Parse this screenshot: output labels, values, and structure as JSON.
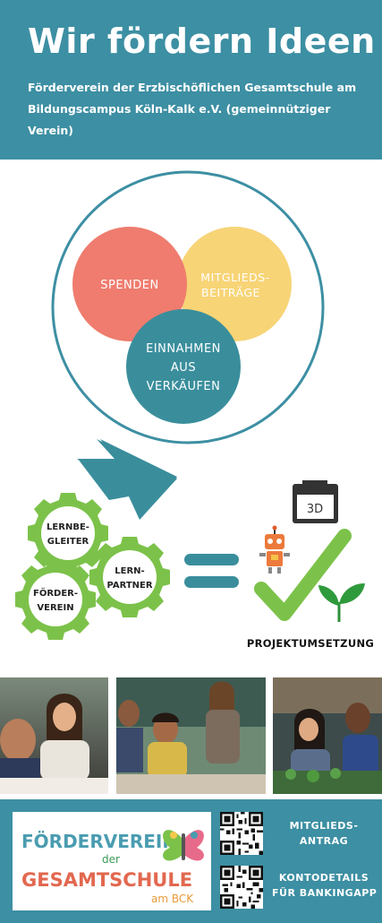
{
  "header": {
    "title": "Wir fördern Ideen",
    "subtitle": "Förderverein der Erzbischöflichen Gesamtschule am Bildungscampus Köln-Kalk e.V. (gemeinnütziger Verein)"
  },
  "funding": {
    "spenden": "SPENDEN",
    "mitglieds_l1": "MITGLIEDS-",
    "mitglieds_l2": "BEITRÄGE",
    "einnahmen_l1": "EINNAHMEN",
    "einnahmen_l2": "AUS",
    "einnahmen_l3": "VERKÄUFEN"
  },
  "gears": {
    "lernbegleiter_l1": "LERNBE-",
    "lernbegleiter_l2": "GLEITER",
    "lernpartner_l1": "LERN-",
    "lernpartner_l2": "PARTNER",
    "foerderverein_l1": "FÖRDER-",
    "foerderverein_l2": "VEREIN"
  },
  "result": {
    "label": "PROJEKTUMSETZUNG",
    "printer_text": "3D"
  },
  "footer": {
    "logo_l1": "FÖRDERVEREIN",
    "logo_der": "der",
    "logo_l2": "GESAMTSCHULE",
    "logo_am": "am BCK",
    "link1_l1": "MITGLIEDS-",
    "link1_l2": "ANTRAG",
    "link2_l1": "KONTODETAILS",
    "link2_l2": "FÜR BANKINGAPP"
  },
  "colors": {
    "teal": "#3d8fa3",
    "salmon": "#ef7c6e",
    "yellow": "#f7d476",
    "green": "#7cc24a",
    "dark_teal": "#3a8e9c"
  }
}
